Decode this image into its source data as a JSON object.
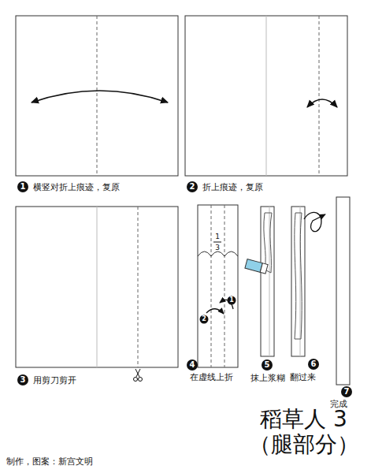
{
  "diagram": {
    "title": "稻草人 3 （腿部分）",
    "labels": [
      "1",
      "横竖对折上痕迹，复原",
      "2",
      "折上痕迹，复原",
      "3",
      "用剪刀剪开",
      "1",
      "3",
      "1",
      "2",
      "4",
      "在虚线上折",
      "5",
      "抹上浆糊",
      "6",
      "翻过来",
      "7",
      "完成",
      "制作，图案：新宫文明"
    ]
  }
}
